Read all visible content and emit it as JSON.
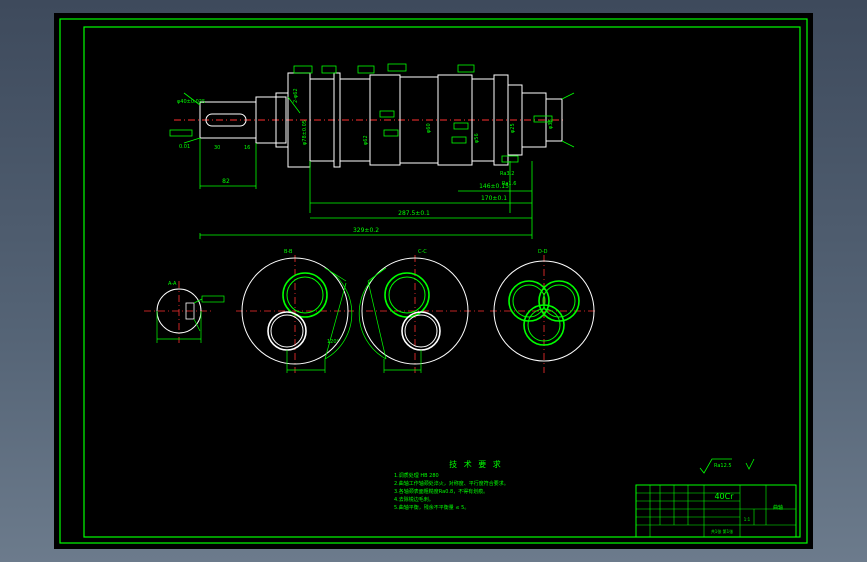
{
  "drawing": {
    "dimensions": {
      "d1": "82",
      "d2": "170±0.1",
      "d3": "287.5±0.1",
      "d4": "329±0.2",
      "d5": "146±0.15",
      "d6": "16",
      "d7": "30"
    },
    "sections": {
      "s1": "A-A",
      "s2": "B-B",
      "s3": "C-C",
      "s4": "D-D"
    },
    "angle_label": "120°",
    "notes": {
      "title": "技 术 要 求",
      "line1": "1.调质处理 HB 280",
      "line2": "2.曲轴工作轴颈处淬火，对称度、平行度符合要求。",
      "line3": "3.各轴颈表面粗糙度Ra0.8，不得有划痕。",
      "line4": "4.去除锐边毛刺。",
      "line5": "5.曲轴平衡，残余不平衡量 ≤ 5。"
    },
    "roughness": "Ra12.5",
    "title_block": {
      "material": "40Cr",
      "name": "曲轴",
      "scale": "1:1",
      "sheet": "共1张 第1张"
    }
  }
}
